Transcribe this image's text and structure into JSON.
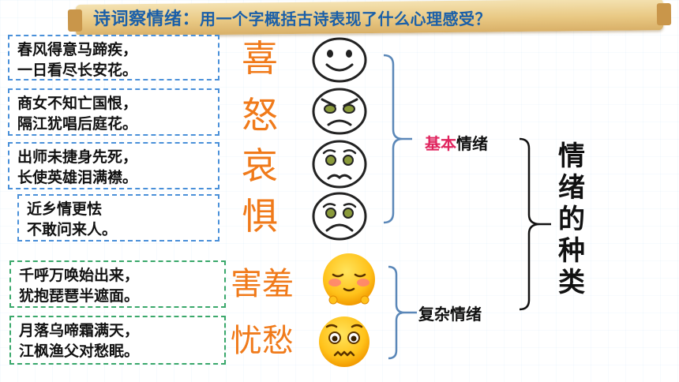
{
  "banner": {
    "title": "诗词察情绪：",
    "subtitle": "用一个字概括古诗表现了什么心理感受？"
  },
  "poems": [
    {
      "line1": "春风得意马蹄疾，",
      "line2": "一日看尽长安花。"
    },
    {
      "line1": "商女不知亡国恨，",
      "line2": "隔江犹唱后庭花。"
    },
    {
      "line1": "出师未捷身先死，",
      "line2": "长使英雄泪满襟。"
    },
    {
      "line1": "近乡情更怯",
      "line2": "不敢问来人。"
    },
    {
      "line1": "千呼万唤始出来，",
      "line2": "犹抱琵琶半遮面。"
    },
    {
      "line1": "月落乌啼霜满天，",
      "line2": "江枫渔父对愁眠。"
    }
  ],
  "emotions": [
    "喜",
    "怒",
    "哀",
    "惧",
    "害羞",
    "忧愁"
  ],
  "faces": [
    "happy-face-icon",
    "angry-face-icon",
    "sad-face-icon",
    "fear-face-icon",
    "blushing-emoji-icon",
    "worried-emoji-icon"
  ],
  "groups": {
    "basic_accent": "基本",
    "basic_rest": "情绪",
    "complex": "复杂情绪"
  },
  "category": [
    "情",
    "绪",
    "的",
    "种",
    "类"
  ],
  "colors": {
    "title": "#1a5fa8",
    "emotion": "#f07a1a",
    "accent": "#e0245e",
    "bracket": "#5a87b8",
    "basic_border": "#4a90d9",
    "complex_border": "#3aa86b"
  }
}
